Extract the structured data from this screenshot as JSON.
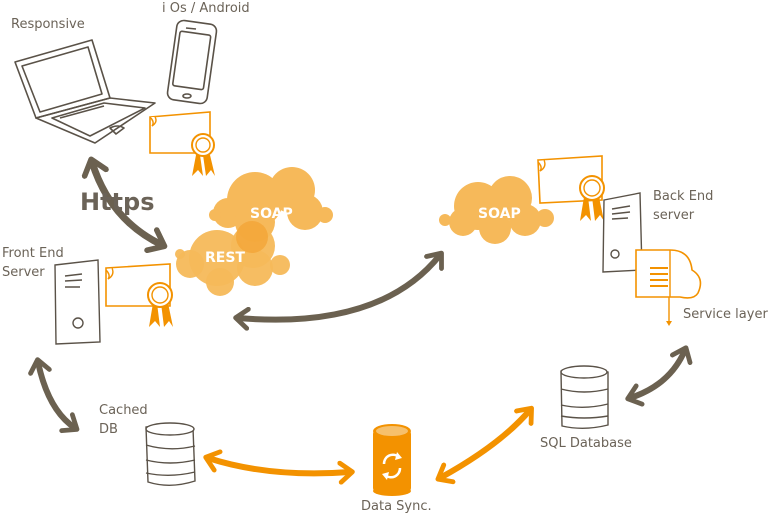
{
  "colors": {
    "orange": "#f39200",
    "cloud": "#f6b95a",
    "cloud_overlap": "#f3a232",
    "dark_arrow": "#6b6150",
    "sketch": "#5a5248",
    "label": "#6b6358"
  },
  "labels": {
    "responsive": "Responsive",
    "mobile": "i Os / Android",
    "https": "Https",
    "front_end": [
      "Front End",
      "Server"
    ],
    "back_end": [
      "Back End",
      "server"
    ],
    "service_layer": "Service layer",
    "cached_db": [
      "Cached",
      "DB"
    ],
    "sql_database": "SQL Database",
    "data_sync": "Data Sync."
  },
  "clouds": {
    "soap_left": "SOAP",
    "rest": "REST",
    "soap_right": "SOAP"
  },
  "icons": [
    "laptop-icon",
    "smartphone-icon",
    "certificate-icon",
    "server-icon",
    "database-icon",
    "sync-database-icon",
    "document-cloud-icon",
    "cloud-icon"
  ]
}
